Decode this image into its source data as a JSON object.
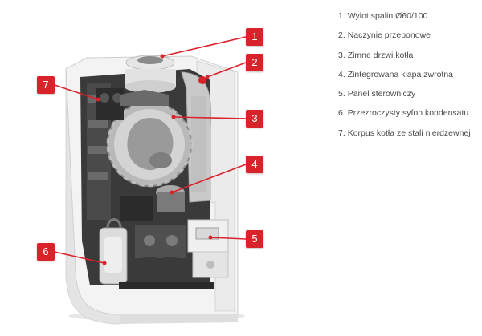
{
  "callouts": [
    {
      "number": "1"
    },
    {
      "number": "2"
    },
    {
      "number": "3"
    },
    {
      "number": "4"
    },
    {
      "number": "5"
    },
    {
      "number": "6"
    },
    {
      "number": "7"
    }
  ],
  "legend": [
    {
      "number": "1.",
      "label": "Wylot spalin Ø60/100"
    },
    {
      "number": "2.",
      "label": "Naczynie przeponowe"
    },
    {
      "number": "3.",
      "label": "Zimne drzwi kotła"
    },
    {
      "number": "4.",
      "label": "Zintegrowana klapa zwrotna"
    },
    {
      "number": "5.",
      "label": "Panel sterowniczy"
    },
    {
      "number": "6.",
      "label": "Przezroczysty syfon kondensatu"
    },
    {
      "number": "7.",
      "label": "Korpus kotła ze stali nierdzewnej"
    }
  ],
  "colors": {
    "accent": "#d9222a",
    "casing": "#f4f4f4",
    "text": "#4a4a4a"
  }
}
